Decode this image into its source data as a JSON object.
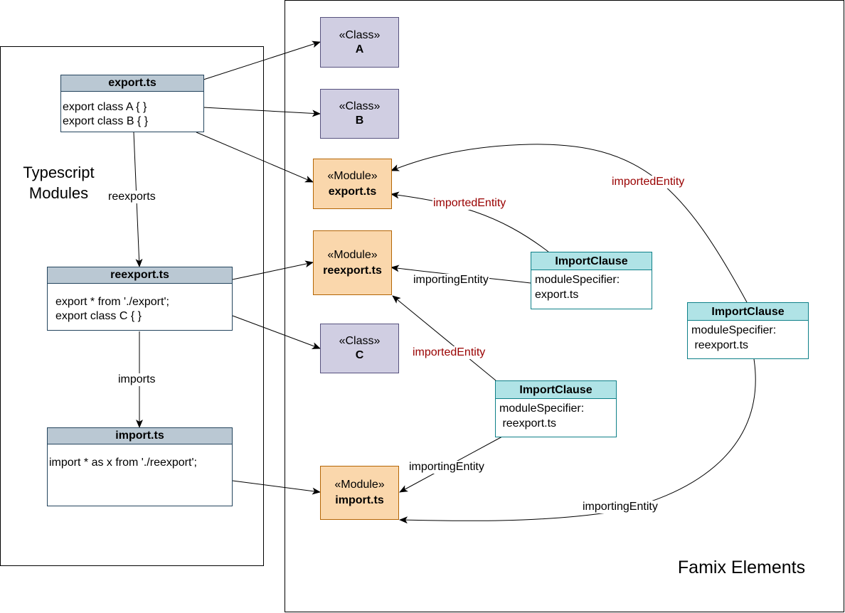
{
  "regions": {
    "typescript": {
      "label_line1": "Typescript",
      "label_line2": "Modules"
    },
    "famix": {
      "label": "Famix Elements"
    }
  },
  "ts_modules": [
    {
      "id": "export",
      "title": "export.ts",
      "lines": [
        "export class A { }",
        "export class B { }"
      ]
    },
    {
      "id": "reexport",
      "title": "reexport.ts",
      "lines": [
        "export * from './export';",
        "export class C { }"
      ]
    },
    {
      "id": "import",
      "title": "import.ts",
      "lines": [
        "import * as x from './reexport';"
      ]
    }
  ],
  "famix_classes": [
    {
      "stereotype": "«Class»",
      "name": "A"
    },
    {
      "stereotype": "«Class»",
      "name": "B"
    },
    {
      "stereotype": "«Class»",
      "name": "C"
    }
  ],
  "famix_modules": [
    {
      "stereotype": "«Module»",
      "name": "export.ts"
    },
    {
      "stereotype": "«Module»",
      "name": "reexport.ts"
    },
    {
      "stereotype": "«Module»",
      "name": "import.ts"
    }
  ],
  "import_clauses": [
    {
      "title": "ImportClause",
      "attr": "moduleSpecifier:",
      "value": "export.ts"
    },
    {
      "title": "ImportClause",
      "attr": "moduleSpecifier:",
      "value": " reexport.ts"
    },
    {
      "title": "ImportClause",
      "attr": "moduleSpecifier:",
      "value": " reexport.ts"
    }
  ],
  "edge_labels": {
    "reexports": "reexports",
    "imports": "imports",
    "imported_entity": "importedEntity",
    "importing_entity": "importingEntity"
  },
  "colors": {
    "ts_header": "#bac8d3",
    "ts_border": "#23445d",
    "class_fill": "#d0cee2",
    "class_border": "#56517e",
    "module_fill": "#fad7ac",
    "module_border": "#b46504",
    "clause_header": "#b0e3e6",
    "clause_border": "#0e8088",
    "imported_entity_label": "#990000"
  }
}
